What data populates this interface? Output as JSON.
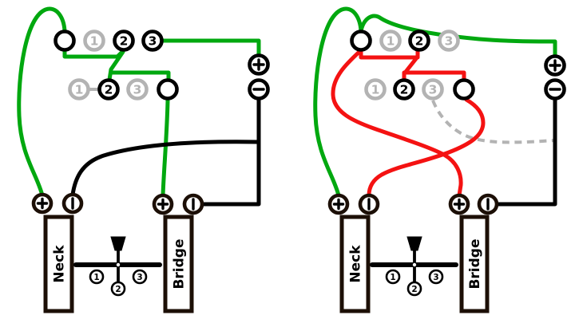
{
  "colors": {
    "background": "#ffffff",
    "black": "#000000",
    "green": "#00a80f",
    "red": "#f41212",
    "gray": "#b3b3b3",
    "pickup": "#1c0f06"
  },
  "panels": [
    {
      "name": "left",
      "row1_lugs": [
        {
          "label": "",
          "state": "active"
        },
        {
          "label": "1",
          "state": "inactive"
        },
        {
          "label": "2",
          "state": "active"
        },
        {
          "label": "3",
          "state": "active"
        }
      ],
      "row2_lugs": [
        {
          "label": "1",
          "state": "inactive"
        },
        {
          "label": "2",
          "state": "active"
        },
        {
          "label": "3",
          "state": "inactive"
        },
        {
          "label": "",
          "state": "active"
        }
      ],
      "output": {
        "plus": "+",
        "minus": "−"
      },
      "pickups": [
        {
          "name": "Neck",
          "plus": "+",
          "minus": "|"
        },
        {
          "name": "Bridge",
          "plus": "+",
          "minus": "|"
        }
      ],
      "switch": {
        "positions": [
          "1",
          "2",
          "3"
        ],
        "selected": "2"
      },
      "connections": [
        {
          "color": "green",
          "from": "neck-plus",
          "to": "row1-lug-common"
        },
        {
          "color": "green",
          "from": "row1-lug-common",
          "to": "row1-lug-2"
        },
        {
          "color": "green",
          "from": "row1-lug-2",
          "to": "row2-lug-2"
        },
        {
          "color": "green",
          "from": "row1-lug-2",
          "to": "row2-lug-common"
        },
        {
          "color": "green",
          "from": "row2-lug-common",
          "to": "bridge-plus"
        },
        {
          "color": "green",
          "from": "row1-lug-3",
          "to": "output-plus"
        },
        {
          "color": "gray",
          "from": "row2-lug-1",
          "to": "row2-lug-2"
        },
        {
          "color": "black",
          "from": "neck-minus",
          "to": "output-minus"
        },
        {
          "color": "black",
          "from": "output-minus",
          "to": "bridge-minus"
        }
      ]
    },
    {
      "name": "right",
      "row1_lugs": [
        {
          "label": "",
          "state": "active"
        },
        {
          "label": "1",
          "state": "inactive"
        },
        {
          "label": "2",
          "state": "active"
        },
        {
          "label": "3",
          "state": "inactive"
        }
      ],
      "row2_lugs": [
        {
          "label": "1",
          "state": "inactive"
        },
        {
          "label": "2",
          "state": "active"
        },
        {
          "label": "3",
          "state": "inactive"
        },
        {
          "label": "",
          "state": "active"
        }
      ],
      "output": {
        "plus": "+",
        "minus": "−"
      },
      "pickups": [
        {
          "name": "Neck",
          "plus": "+",
          "minus": "|"
        },
        {
          "name": "Bridge",
          "plus": "+",
          "minus": "|"
        }
      ],
      "switch": {
        "positions": [
          "1",
          "2",
          "3"
        ],
        "selected": "2"
      },
      "connections": [
        {
          "color": "green",
          "from": "neck-plus",
          "to": "row1-lug-common"
        },
        {
          "color": "green",
          "from": "row1-lug-common",
          "to": "output-plus"
        },
        {
          "color": "red",
          "from": "row1-lug-common",
          "to": "row1-lug-2"
        },
        {
          "color": "red",
          "from": "row1-lug-2",
          "to": "row2-lug-2"
        },
        {
          "color": "red",
          "from": "row2-lug-2",
          "to": "row2-lug-common"
        },
        {
          "color": "red",
          "from": "row1-lug-common",
          "to": "bridge-plus"
        },
        {
          "color": "red",
          "from": "row2-lug-common",
          "to": "neck-minus"
        },
        {
          "color": "dashed-gray",
          "from": "row2-lug-3",
          "to": "ground-wire"
        },
        {
          "color": "black",
          "from": "output-minus",
          "to": "bridge-minus"
        }
      ]
    }
  ]
}
